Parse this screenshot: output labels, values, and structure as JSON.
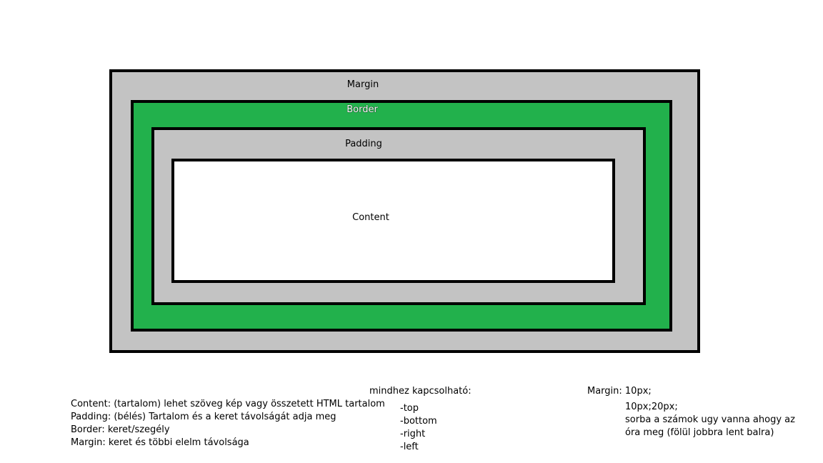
{
  "diagram": {
    "margin_label": "Margin",
    "border_label": "Border",
    "padding_label": "Padding",
    "content_label": "Content",
    "colors": {
      "margin": "#c3c3c3",
      "border": "#22b14c",
      "padding": "#c3c3c3",
      "content": "#ffffff",
      "outline": "#000000"
    }
  },
  "definitions": [
    "Content: (tartalom) lehet szöveg kép vagy összetett HTML tartalom",
    "Padding: (bélés) Tartalom és a keret távolságát adja meg",
    "Border: keret/szegély",
    "Margin: keret és többi elelm távolsága"
  ],
  "sides": {
    "heading": "mindhez kapcsolható:",
    "items": [
      "-top",
      "-bottom",
      "-right",
      "-left"
    ]
  },
  "margin_example": {
    "heading": "Margin: 10px;",
    "lines": [
      "10px;20px;",
      "sorba a számok ugy vanna ahogy az",
      "óra meg (fölül jobbra lent balra)"
    ]
  }
}
